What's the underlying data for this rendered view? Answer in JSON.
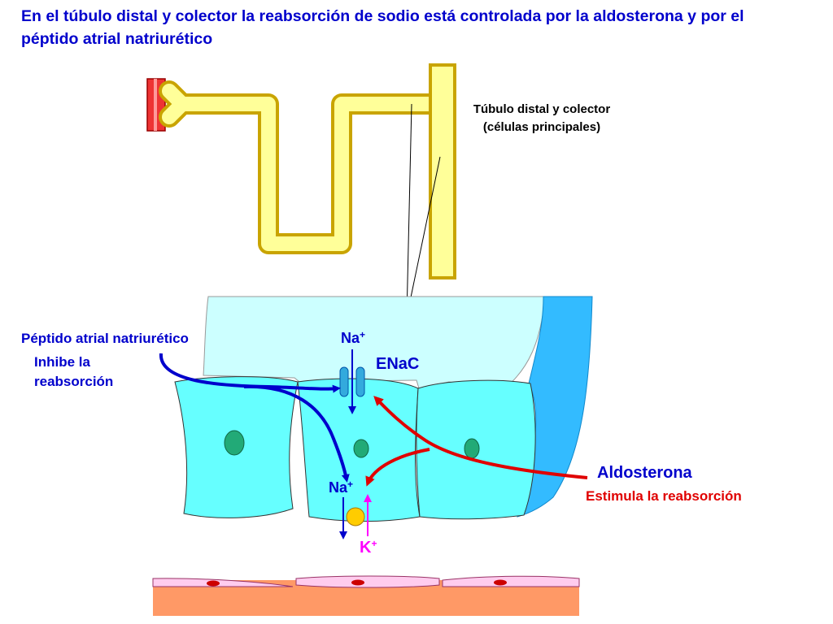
{
  "title": "En el túbulo distal y colector la reabsorción de sodio está controlada por la aldosterona y por el péptido atrial natriurético",
  "labels": {
    "tubule_line1": "Túbulo distal y colector",
    "tubule_line2": "(células principales)",
    "anp": "Péptido atrial natriurético",
    "inhibe_line1": "Inhibe la",
    "inhibe_line2": "reabsorción",
    "na_top": "Na",
    "enac": "ENaC",
    "na_bottom": "Na",
    "potassium": "K",
    "charge_plus": "+",
    "aldosterona": "Aldosterona",
    "estimula": "Estimula la reabsorción"
  },
  "colors": {
    "title": "#0000cc",
    "anp": "#0000cc",
    "aldosterone": "#e00000",
    "potassium": "#ff00ff",
    "tubule_fill": "#ffff99",
    "tubule_outline": "#c9a400",
    "lumen": "#ccffff",
    "cell": "#66ffff",
    "basement": "#33bbff",
    "interstitium": "#ff9966",
    "endothelium": "#ffccee",
    "channel": "#33aadd",
    "pump": "#ffcc00",
    "nucleus": "#22aa77",
    "vessel": "#ee3333"
  }
}
